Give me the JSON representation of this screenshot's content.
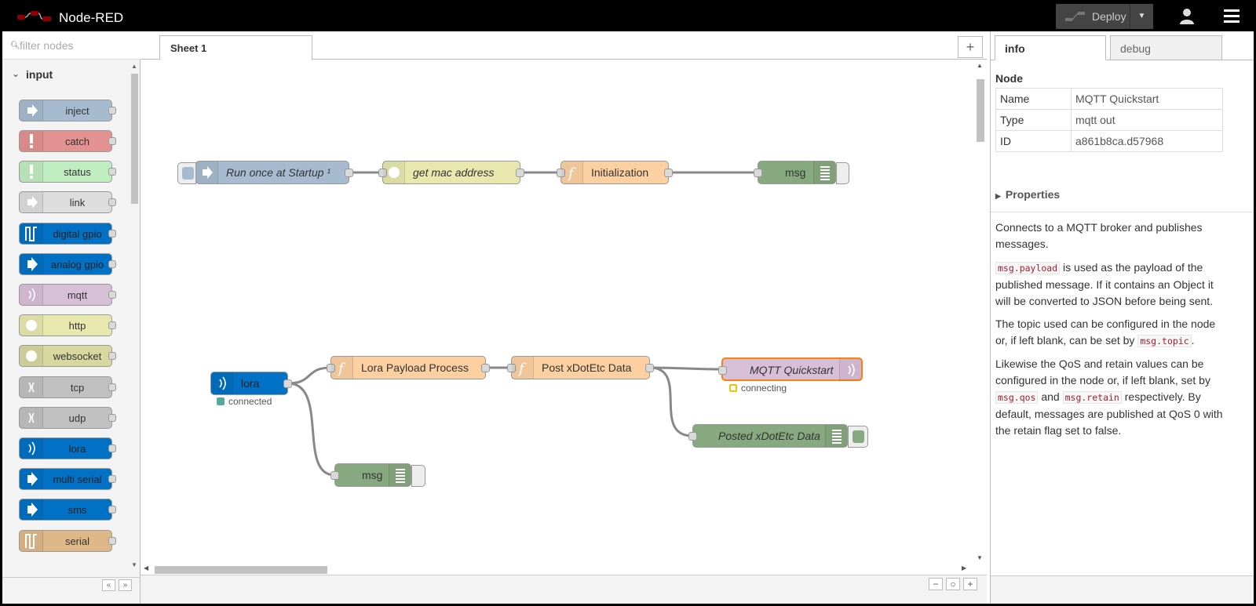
{
  "app": {
    "title": "Node-RED"
  },
  "header": {
    "deploy_label": "Deploy"
  },
  "palette": {
    "search_placeholder": "filter nodes",
    "category": "input",
    "nodes": [
      {
        "label": "inject",
        "color": "#a6bbcf"
      },
      {
        "label": "catch",
        "color": "#e49191"
      },
      {
        "label": "status",
        "color": "#c0edc0"
      },
      {
        "label": "link",
        "color": "#dddddd"
      },
      {
        "label": "digital gpio",
        "color": "#0071c5"
      },
      {
        "label": "analog gpio",
        "color": "#0071c5"
      },
      {
        "label": "mqtt",
        "color": "#d8bfd8"
      },
      {
        "label": "http",
        "color": "#e7e7ae"
      },
      {
        "label": "websocket",
        "color": "#d7d7a0"
      },
      {
        "label": "tcp",
        "color": "#c0c0c0"
      },
      {
        "label": "udp",
        "color": "#c0c0c0"
      },
      {
        "label": "lora",
        "color": "#0071c5"
      },
      {
        "label": "multi serial",
        "color": "#0071c5"
      },
      {
        "label": "sms",
        "color": "#0071c5"
      },
      {
        "label": "serial",
        "color": "#deb887"
      }
    ]
  },
  "workspace": {
    "tabs": [
      {
        "label": "Sheet 1"
      }
    ],
    "add_tab_label": "+",
    "flow_nodes": {
      "startup": "Run once at Startup ¹",
      "getmac": "get mac address",
      "init": "Initialization",
      "msg1": "msg",
      "lora": "lora",
      "lora_status": "connected",
      "payload": "Lora Payload Process",
      "post": "Post xDotEtc Data",
      "mqtt": "MQTT Quickstart",
      "mqtt_status": "connecting",
      "posted": "Posted xDotEtc Data",
      "msg2": "msg"
    }
  },
  "sidebar": {
    "tabs": [
      "info",
      "debug"
    ],
    "node_header": "Node",
    "table": [
      {
        "key": "Name",
        "value": "MQTT Quickstart"
      },
      {
        "key": "Type",
        "value": "mqtt out"
      },
      {
        "key": "ID",
        "value": "a861b8ca.d57968"
      }
    ],
    "properties_label": "Properties",
    "help": {
      "p1": "Connects to a MQTT broker and publishes messages.",
      "p2_code": "msg.payload",
      "p2_text": " is used as the payload of the published message. If it contains an Object it will be converted to JSON before being sent.",
      "p3_text": "The topic used can be configured in the node or, if left blank, can be set by ",
      "p3_code": "msg.topic",
      "p3_end": ".",
      "p4_text": "Likewise the QoS and retain values can be configured in the node or, if left blank, set by ",
      "p4_code1": "msg.qos",
      "p4_and": " and ",
      "p4_code2": "msg.retain",
      "p4_end": " respectively. By default, messages are published at QoS 0 with the retain flag set to false."
    }
  }
}
